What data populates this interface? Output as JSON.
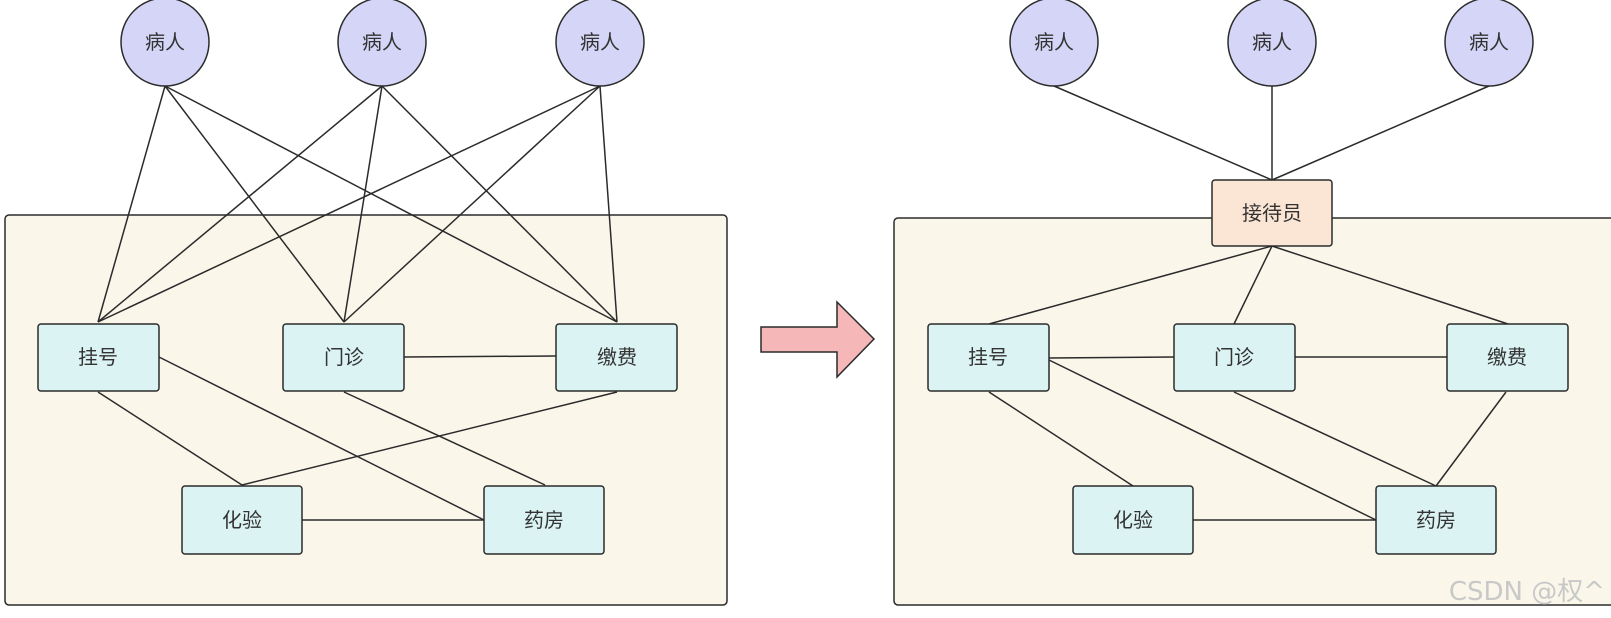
{
  "colors": {
    "patient_fill": "#d5d6f7",
    "dept_fill": "#dbf3f3",
    "reception_fill": "#fbe6d6",
    "group_fill": "#faf7ea",
    "arrow_fill": "#f5b7b8",
    "stroke": "#2b2b2b"
  },
  "left": {
    "patients": [
      "病人",
      "病人",
      "病人"
    ],
    "departments": {
      "guahao": "挂号",
      "menzhen": "门诊",
      "jiaofei": "缴费",
      "huayan": "化验",
      "yaofang": "药房"
    }
  },
  "right": {
    "patients": [
      "病人",
      "病人",
      "病人"
    ],
    "reception": "接待员",
    "departments": {
      "guahao": "挂号",
      "menzhen": "门诊",
      "jiaofei": "缴费",
      "huayan": "化验",
      "yaofang": "药房"
    }
  },
  "watermark": "CSDN @权^"
}
